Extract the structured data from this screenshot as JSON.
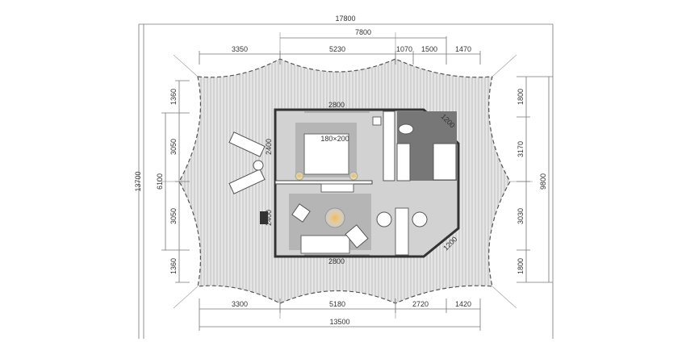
{
  "title": "Tent floor plan",
  "dimensions": {
    "top_overall": "17800",
    "top_mid": "7800",
    "top_segments": [
      "3350",
      "5230",
      "1070",
      "1500",
      "1470"
    ],
    "bottom_segments": [
      "3300",
      "5180",
      "2720",
      "1420"
    ],
    "bottom_overall": "13500",
    "left_overall": "13700",
    "left_mid": "6100",
    "left_segments": [
      "1360",
      "3050",
      "3050",
      "1360"
    ],
    "right_overall": "9800",
    "right_segments": [
      "1800",
      "3170",
      "3030",
      "1800"
    ],
    "room_top_width": "2800",
    "room_bottom_width": "2800",
    "room_left_upper": "2400",
    "room_left_lower": "2400",
    "chamfer_top": "1200",
    "chamfer_bottom": "1200",
    "bed_size": "180×200"
  }
}
